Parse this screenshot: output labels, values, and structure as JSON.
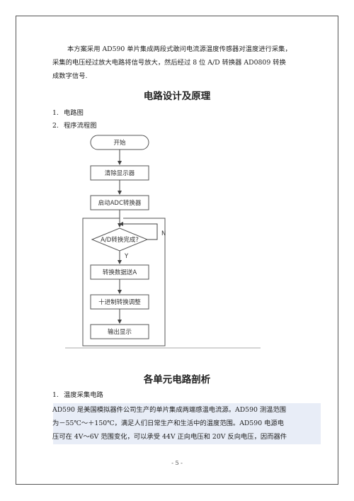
{
  "intro": {
    "lines": [
      "本方案采用 AD590 单片集成两段式敢问电流源温度传感器对温度进行采集，",
      "采集的电压经过放大电路将信号放大，然后经过 8 位 A/D 转换器 AD0809 转换",
      "成数字信号."
    ]
  },
  "section1": {
    "title": "电路设计及原理",
    "items": [
      {
        "num": "1.",
        "label": "电路图"
      },
      {
        "num": "2.",
        "label": "程序流程图"
      }
    ]
  },
  "flowchart": {
    "start": "开始",
    "clear_display": "清除显示器",
    "start_adc": "启动ADC转换器",
    "decision": "A/D转换完成?",
    "no_label": "N",
    "yes_label": "Y",
    "send_data": "转换数据送A",
    "decimal_adjust": "十进制转换调整",
    "output_display": "输出显示"
  },
  "section2": {
    "title": "各单元电路剖析",
    "item": {
      "num": "1.",
      "label": "温度采集电路"
    },
    "body_lines": [
      "AD590 是美国模拟器件公司生产的单片集成两端感温电流源。AD590 测温范围",
      "为－55℃～＋150℃，满足人们日常生产和生活中的温度范围。AD590 电源电",
      "压可在 4V～6V 范围变化，可以承受 44V 正向电压和 20V 反向电压，因而器件"
    ]
  },
  "footer": {
    "page_number": "- 5 -"
  }
}
